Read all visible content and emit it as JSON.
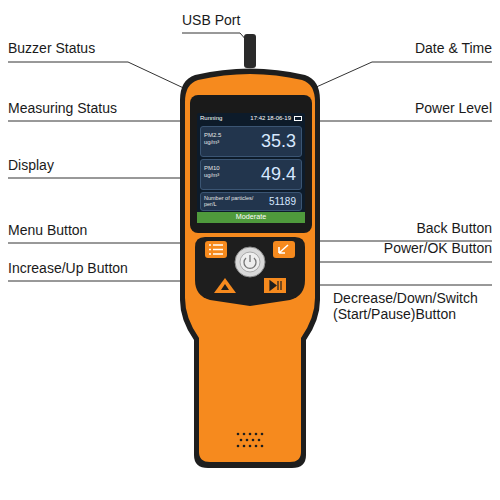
{
  "diagram": {
    "nodes": [
      {
        "text": [
          "Running",
          "17:42 18-06-19"
        ]
      },
      {
        "text": [
          "PM2.5 ug/m³",
          "35.3"
        ],
        "in": 0
      },
      {
        "text": [
          "PM10 ug/m³",
          "49.4"
        ],
        "in": 0
      },
      {
        "text": [
          "Number of particles/ per/L",
          "51189"
        ],
        "in": 0
      },
      {
        "text": [
          "Moderate"
        ],
        "in": 0
      }
    ],
    "labels": [
      "USB Port",
      "Buzzer Status",
      "Date & Time",
      "Measuring Status",
      "Power Level",
      "Display",
      "Menu Button",
      "Back Button",
      "Power/OK Button",
      "Increase/Up Button",
      "Decrease/Down/Switch (Start/Pause)Button"
    ]
  }
}
